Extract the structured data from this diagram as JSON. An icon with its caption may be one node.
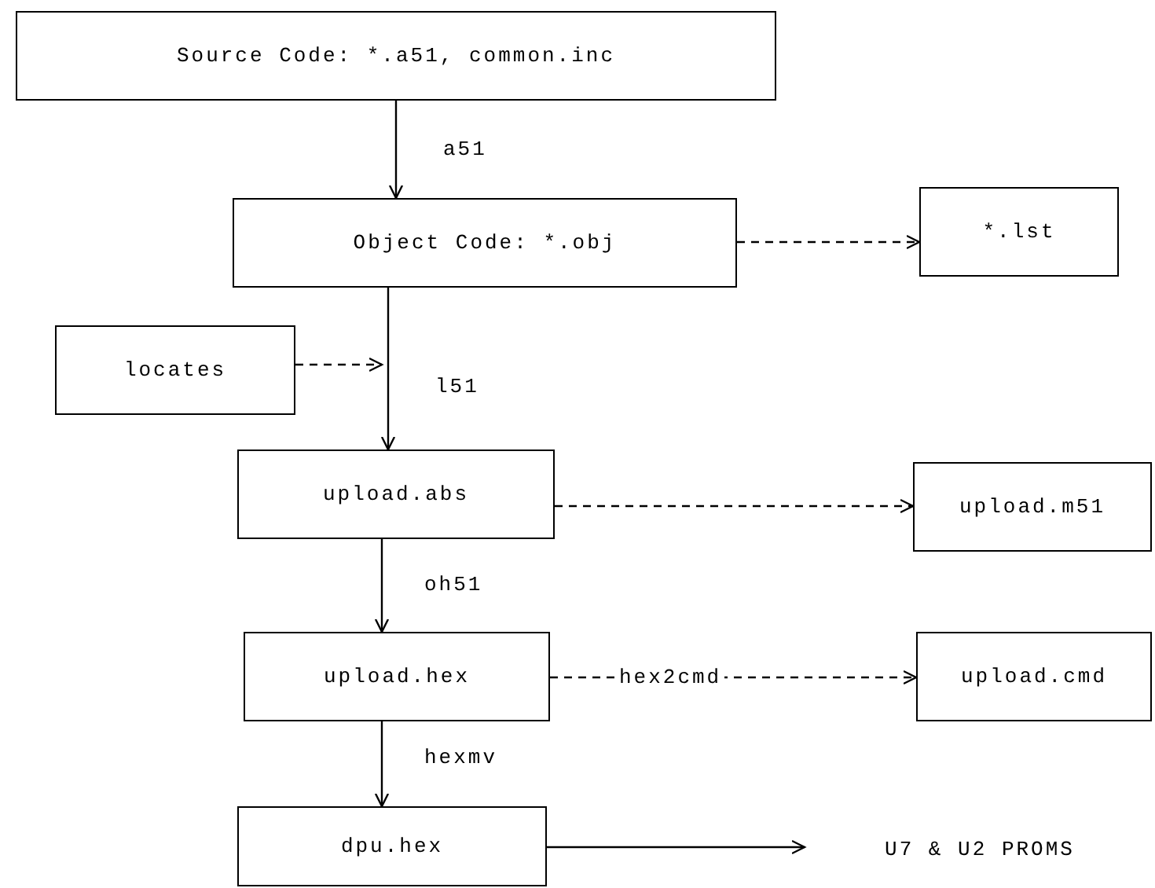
{
  "diagram": {
    "nodes": [
      {
        "text": [
          "Source Code: *.a51, common.inc"
        ]
      },
      {
        "text": [
          "Object Code: *.obj"
        ]
      },
      {
        "text": [
          "*.lst"
        ]
      },
      {
        "text": [
          "locates"
        ]
      },
      {
        "text": [
          "upload.abs"
        ]
      },
      {
        "text": [
          "upload.m51"
        ]
      },
      {
        "text": [
          "upload.hex"
        ]
      },
      {
        "text": [
          "upload.cmd"
        ]
      },
      {
        "text": [
          "dpu.hex"
        ]
      },
      {
        "text": [
          "U7 & U2 PROMS"
        ]
      }
    ],
    "edges": [
      {
        "from": 0,
        "to": 1,
        "arrow": "to",
        "label": "a51"
      },
      {
        "from": 1,
        "to": 2,
        "arrow": "to",
        "style": "dashed"
      },
      {
        "from": 1,
        "to": 4,
        "arrow": "to",
        "label": "l51"
      },
      {
        "from": 3,
        "to": null,
        "arrow": "to",
        "style": "dashed"
      },
      {
        "from": 4,
        "to": 5,
        "arrow": "to",
        "style": "dashed"
      },
      {
        "from": 4,
        "to": 6,
        "arrow": "to",
        "label": "oh51"
      },
      {
        "from": 6,
        "to": 7,
        "arrow": "to",
        "label": "hex2cmd",
        "style": "dashed"
      },
      {
        "from": 6,
        "to": 8,
        "arrow": "to",
        "label": "hexmv"
      },
      {
        "from": 8,
        "to": 9,
        "arrow": "to"
      }
    ]
  }
}
